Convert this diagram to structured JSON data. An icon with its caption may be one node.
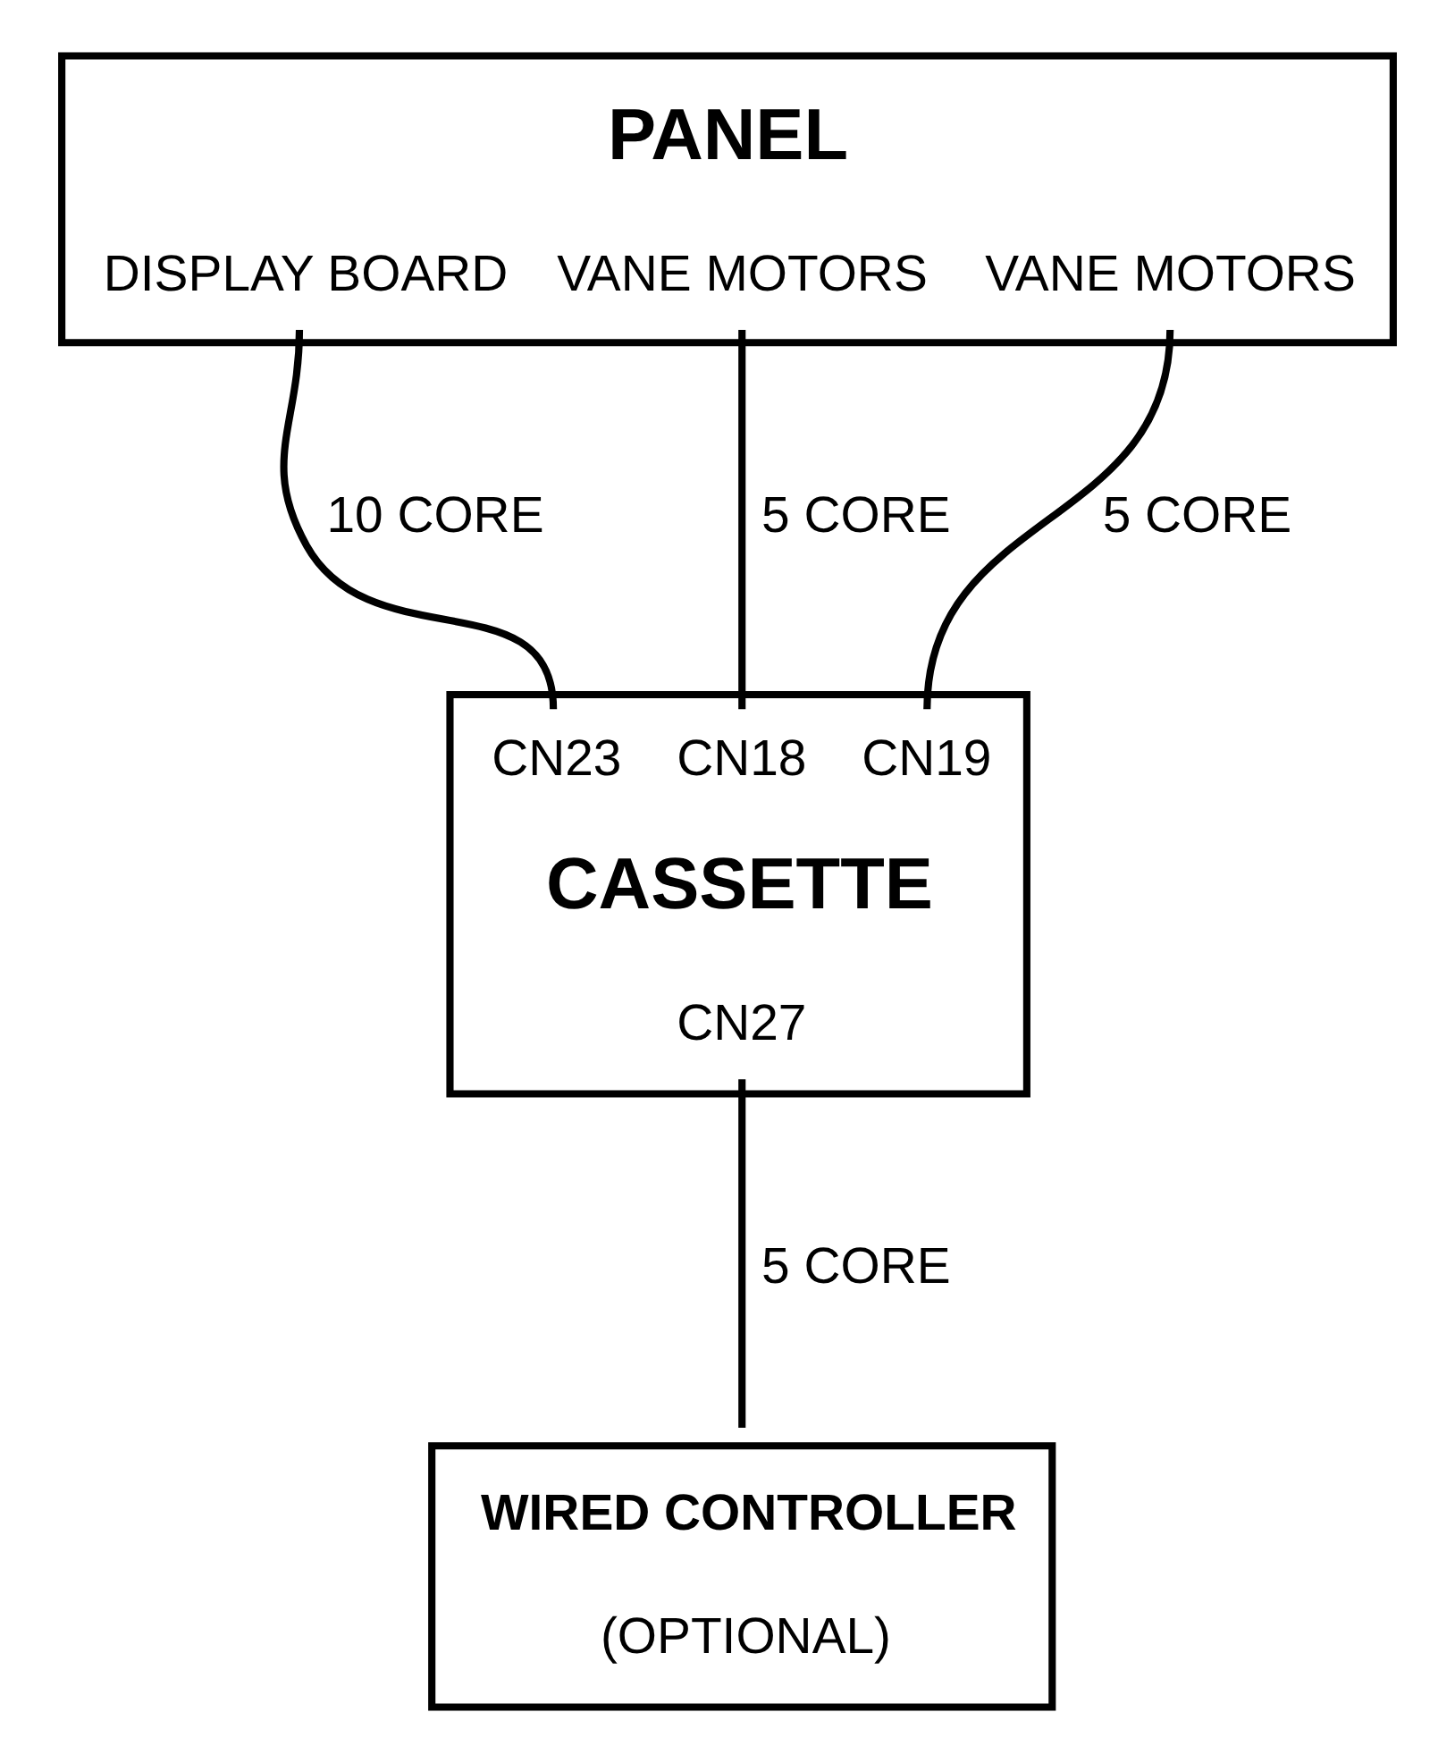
{
  "diagram": {
    "nodes": [
      {
        "text": [
          "PANEL",
          "DISPLAY BOARD",
          "VANE MOTORS",
          "VANE MOTORS"
        ]
      },
      {
        "text": [
          "CASSETTE",
          "CN23",
          "CN18",
          "CN19",
          "CN27"
        ]
      },
      {
        "text": [
          "WIRED CONTROLLER",
          "(OPTIONAL)"
        ]
      }
    ],
    "edges": [
      {
        "from": 0,
        "to": 1,
        "arrow": "none",
        "label": "10 CORE"
      },
      {
        "from": 0,
        "to": 1,
        "arrow": "none",
        "label": "5 CORE"
      },
      {
        "from": 0,
        "to": 1,
        "arrow": "none",
        "label": "5 CORE"
      },
      {
        "from": 1,
        "to": 2,
        "arrow": "none",
        "label": "5 CORE"
      }
    ]
  }
}
